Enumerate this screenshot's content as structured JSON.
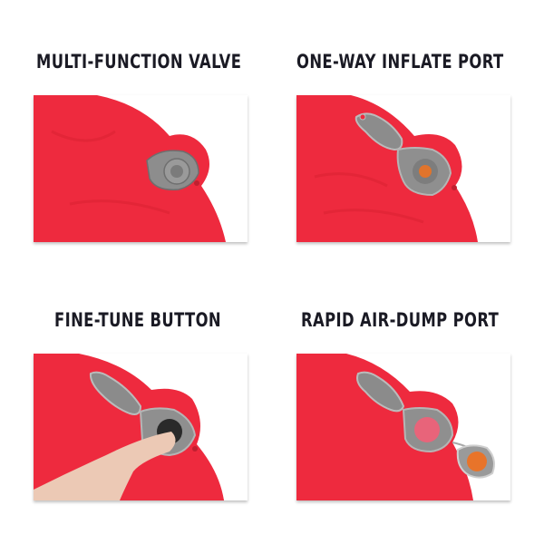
{
  "panels": [
    {
      "title": "MULTI-FUNCTION VALVE"
    },
    {
      "title": "ONE-WAY INFLATE PORT"
    },
    {
      "title": "FINE-TUNE BUTTON"
    },
    {
      "title": "RAPID AIR-DUMP PORT"
    }
  ],
  "colors": {
    "mat_red": "#ee2a3e",
    "valve_gray": "#8a8a8a",
    "valve_light_gray": "#b8b8b8",
    "port_orange": "#e8742a",
    "skin": "#ecc9b5",
    "title_text": "#1a1a24"
  }
}
